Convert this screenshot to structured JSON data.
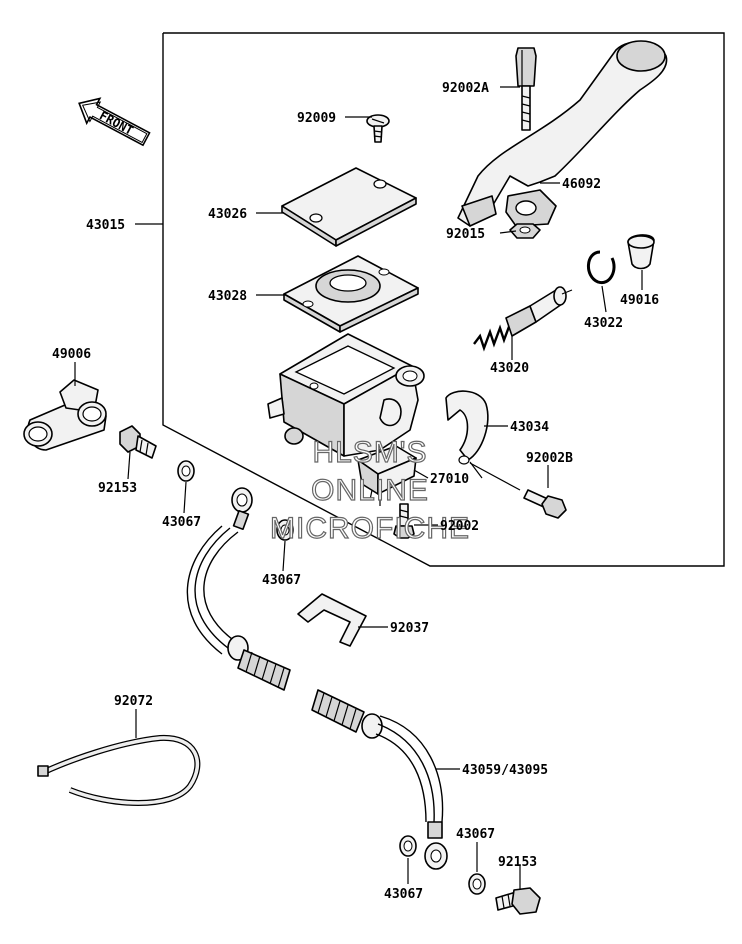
{
  "diagram": {
    "front_label": "FRONT",
    "watermark": [
      "HLSM'S",
      "ONLINE",
      "MICROFICHE"
    ],
    "labels": {
      "p92002A": "92002A",
      "p92009": "92009",
      "p46092": "46092",
      "p43015": "43015",
      "p43026": "43026",
      "p92015": "92015",
      "p43028": "43028",
      "p49016": "49016",
      "p43022": "43022",
      "p49006": "49006",
      "p43020": "43020",
      "p43034": "43034",
      "p92002B": "92002B",
      "p92153a": "92153",
      "p27010": "27010",
      "p43067a": "43067",
      "p92002": "92002",
      "p43067b": "43067",
      "p92037": "92037",
      "p92072": "92072",
      "p43059": "43059/43095",
      "p43067c": "43067",
      "p92153b": "92153",
      "p43067d": "43067"
    }
  }
}
